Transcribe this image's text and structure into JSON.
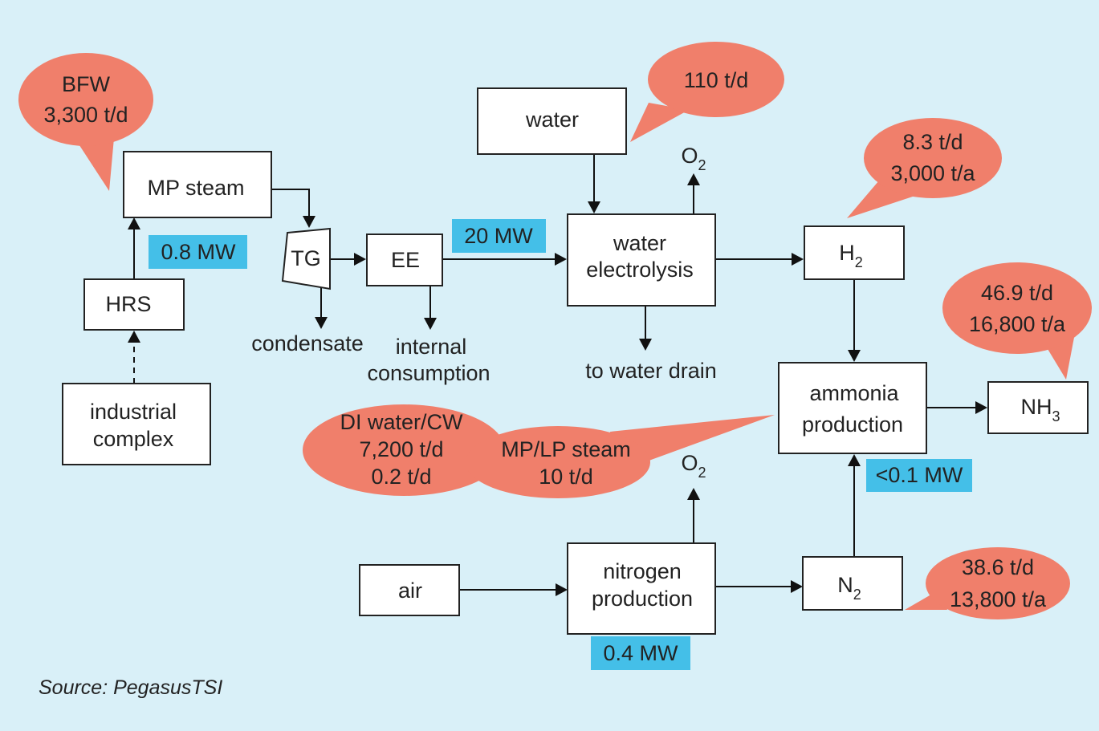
{
  "colors": {
    "background": "#d9f0f8",
    "power_label": "#44bfe8",
    "callout": "#f07f6b",
    "box": "#ffffff"
  },
  "nodes": {
    "mp_steam": "MP steam",
    "hrs": "HRS",
    "industrial": [
      "industrial",
      "complex"
    ],
    "tg": "TG",
    "ee": "EE",
    "water": "water",
    "electrolysis": [
      "water",
      "electrolysis"
    ],
    "h2": {
      "base": "H",
      "sub": "2"
    },
    "ammonia": [
      "ammonia",
      "production"
    ],
    "nh3": {
      "base": "NH",
      "sub": "3"
    },
    "air": "air",
    "nitrogen": [
      "nitrogen",
      "production"
    ],
    "n2": {
      "base": "N",
      "sub": "2"
    }
  },
  "outputs": {
    "condensate": "condensate",
    "internal": [
      "internal",
      "consumption"
    ],
    "drain": "to water drain",
    "o2_top": {
      "base": "O",
      "sub": "2"
    },
    "o2_bottom": {
      "base": "O",
      "sub": "2"
    }
  },
  "power": {
    "hrs": "0.8 MW",
    "ee": "20 MW",
    "ammonia": "<0.1 MW",
    "nitrogen": "0.4 MW"
  },
  "callouts": {
    "bfw": [
      "BFW",
      "3,300 t/d"
    ],
    "water": [
      "110 t/d"
    ],
    "h2": [
      "8.3 t/d",
      "3,000 t/a"
    ],
    "nh3": [
      "46.9 t/d",
      "16,800 t/a"
    ],
    "utilities": [
      "DI water/CW",
      "7,200 t/d",
      "0.2 t/d"
    ],
    "steam": [
      "MP/LP steam",
      "10 t/d"
    ],
    "n2": [
      "38.6 t/d",
      "13,800 t/a"
    ]
  },
  "source": "Source: PegasusTSI"
}
